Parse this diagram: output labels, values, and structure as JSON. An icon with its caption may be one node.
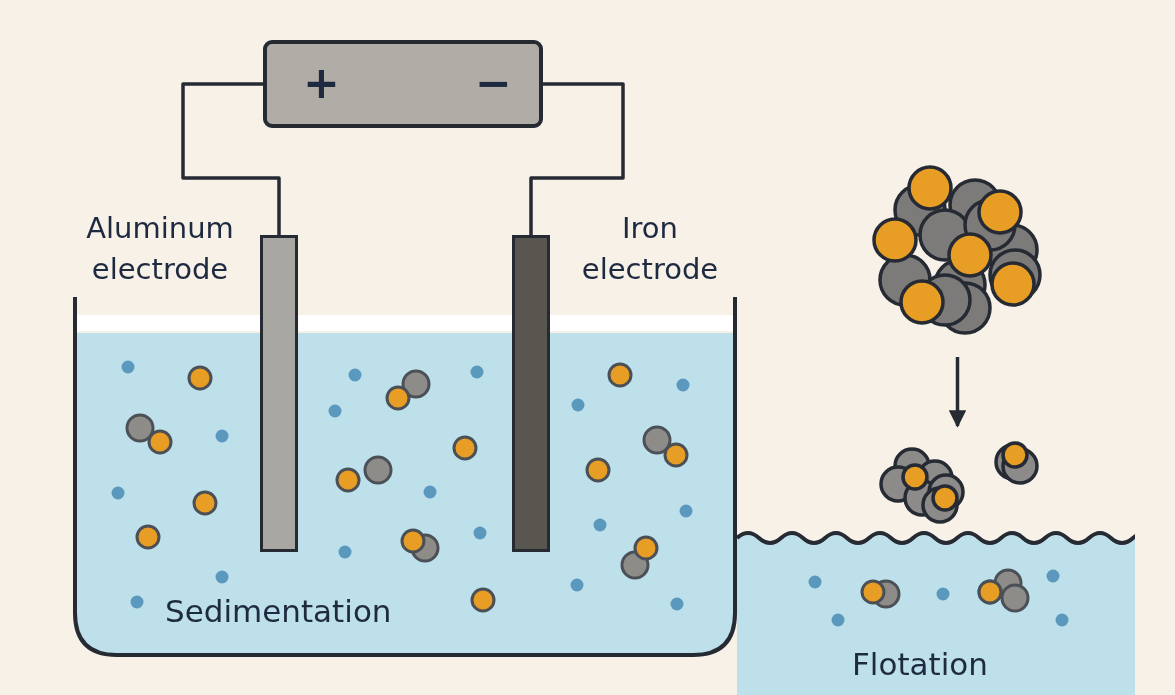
{
  "diagram": {
    "nodes": [
      {
        "text": [
          "+",
          "−"
        ]
      },
      {
        "text": [],
        "shape": "bar",
        "beside": [
          "Aluminum electrode"
        ]
      },
      {
        "text": [],
        "shape": "bar",
        "beside": [
          "Iron electrode"
        ]
      },
      {
        "text": [
          "Sedimentation"
        ]
      },
      {
        "text": [
          "Flotation"
        ]
      },
      {
        "text": [],
        "shape": "picture"
      },
      {
        "text": [],
        "shape": "picture"
      }
    ],
    "edges": [
      {
        "from": 0,
        "to": 1,
        "arrow": "none"
      },
      {
        "from": 0,
        "to": 2,
        "arrow": "none"
      },
      {
        "from": 5,
        "to": 6,
        "arrow": "to"
      }
    ]
  }
}
